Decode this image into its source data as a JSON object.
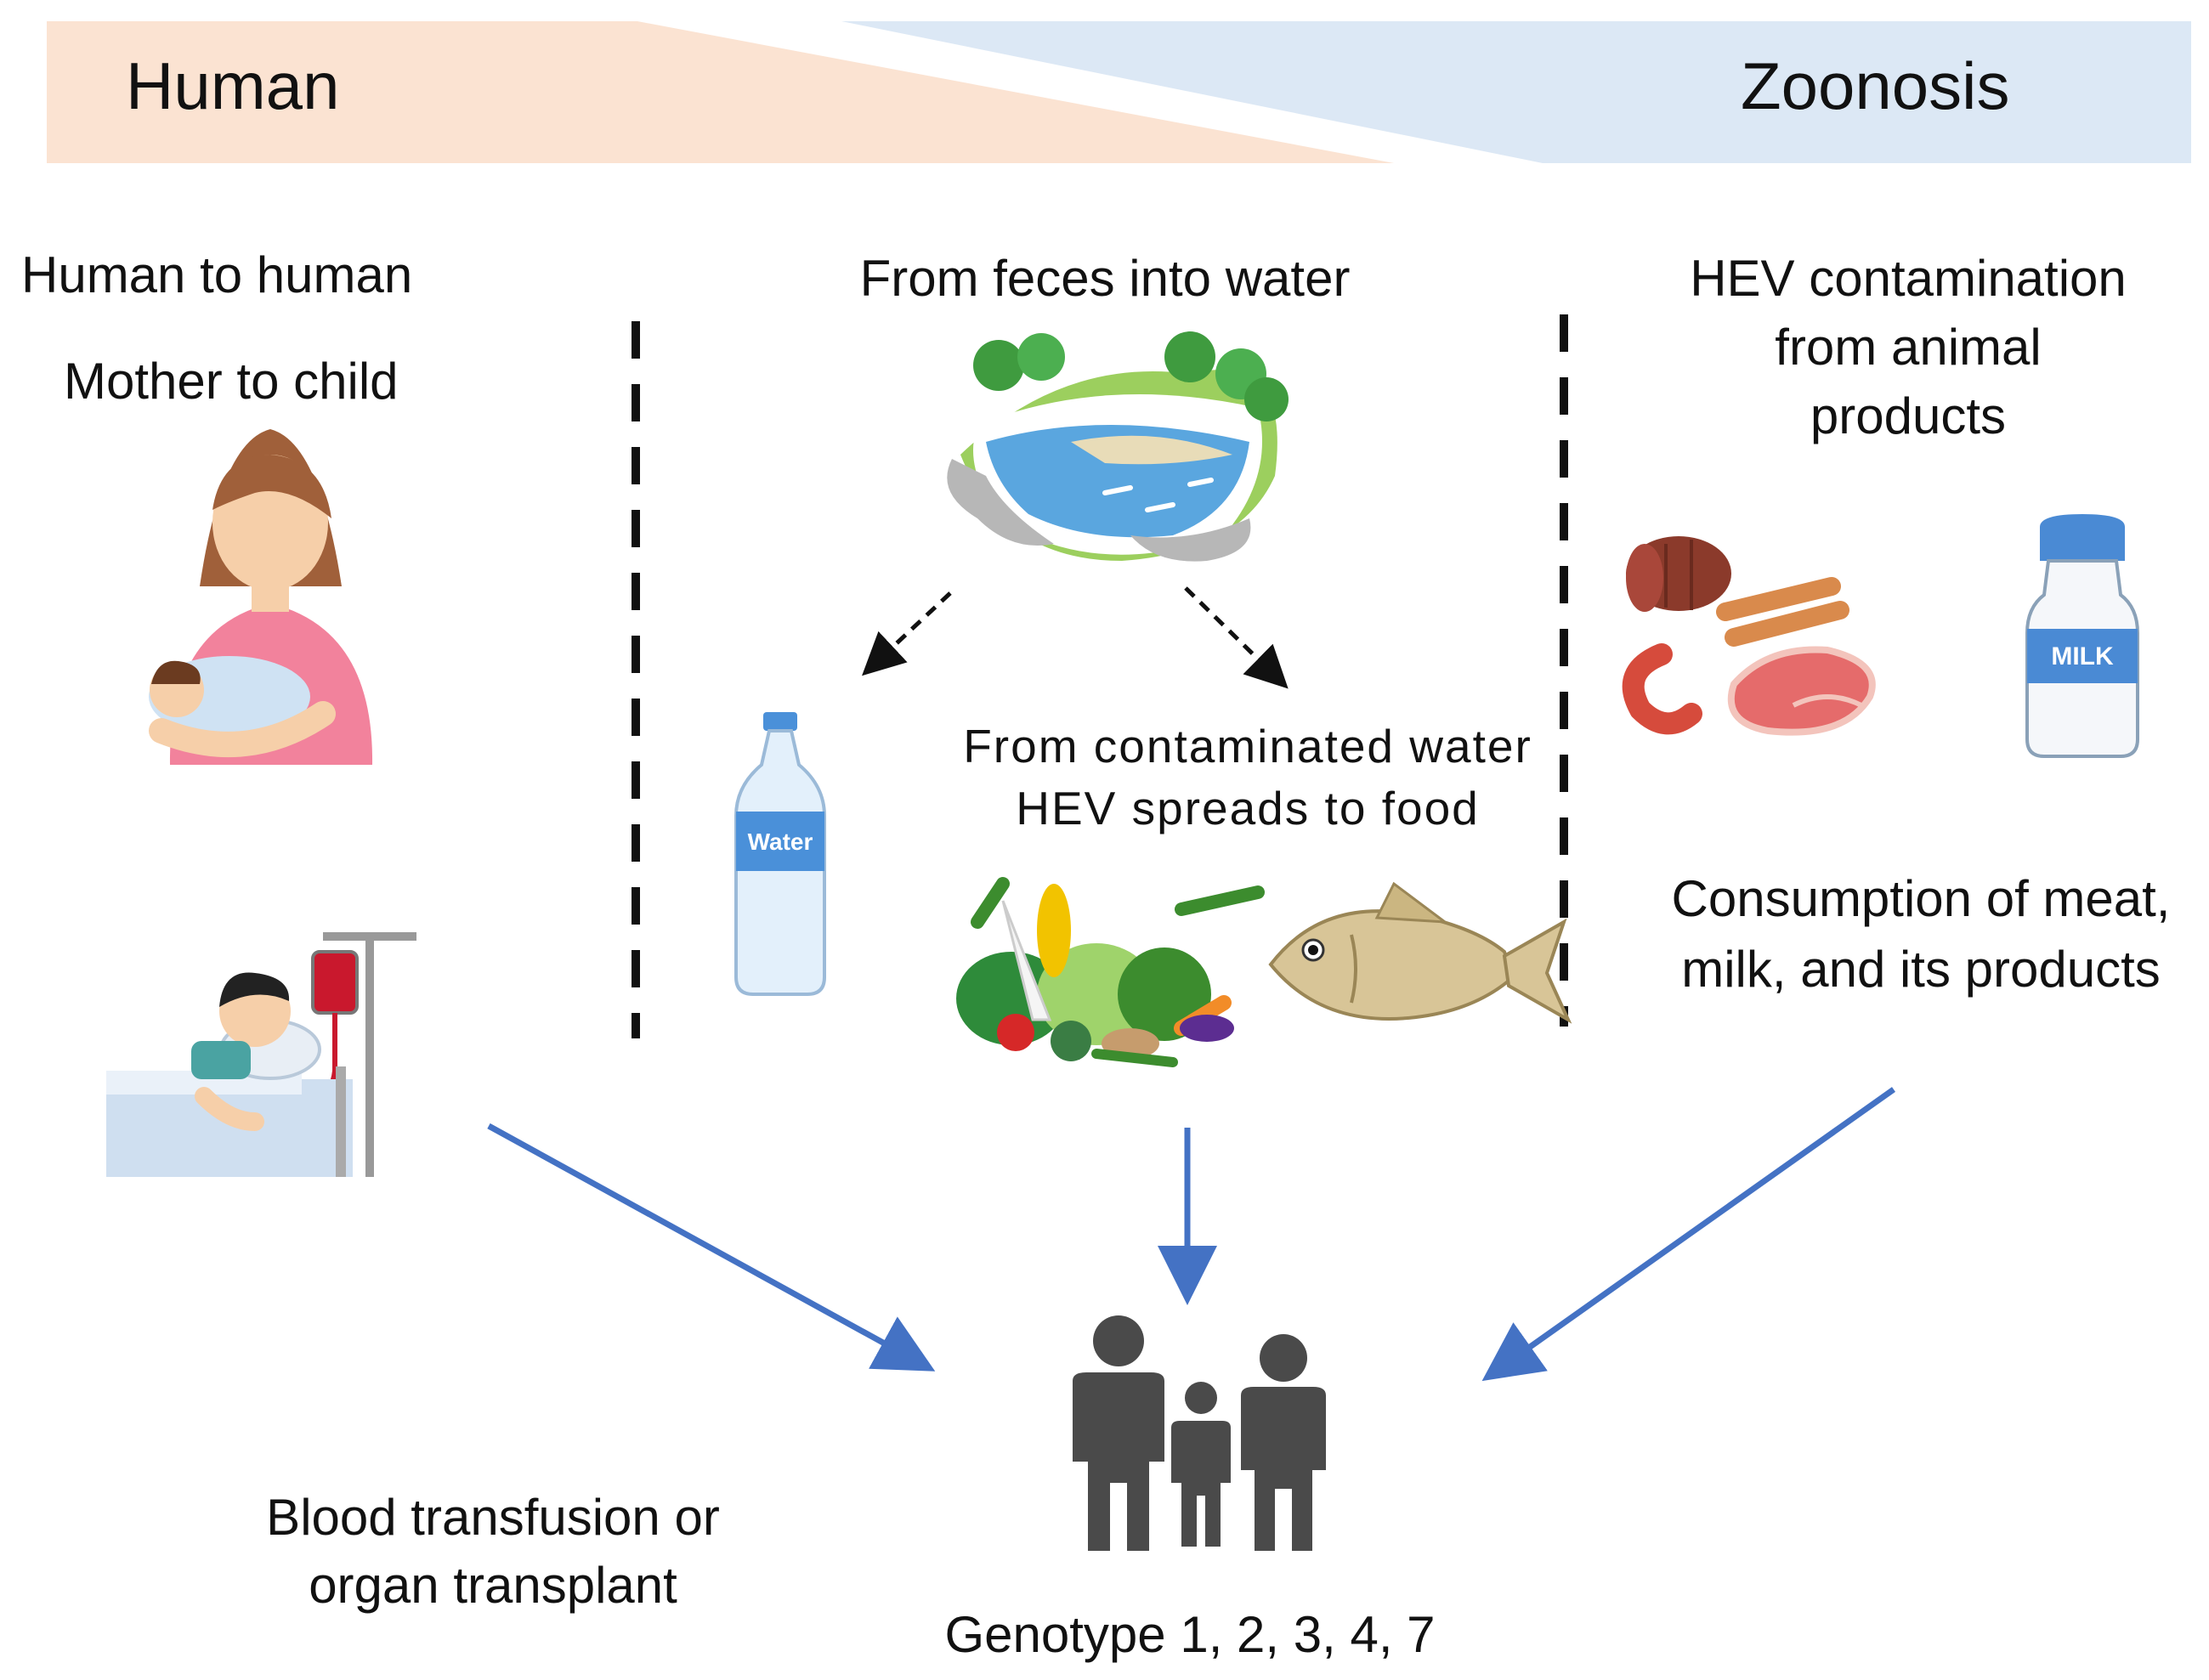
{
  "banner": {
    "human_label": "Human",
    "zoonosis_label": "Zoonosis",
    "human_color": "#fbe3d2",
    "zoonosis_color": "#dce8f5"
  },
  "left_column": {
    "route_1": "Human to human",
    "route_2": "Mother to child",
    "route_3_line1": "Blood transfusion or",
    "route_3_line2": "organ transplant",
    "iv_bag_label": ""
  },
  "middle_column": {
    "heading": "From feces into water",
    "bottle_label": "Water",
    "food_line1": "From contaminated water",
    "food_line2": "HEV spreads to food"
  },
  "right_column": {
    "heading_line1": "HEV contamination",
    "heading_line2": "from animal",
    "heading_line3": "products",
    "milk_label": "MILK",
    "consumption_line1": "Consumption of meat,",
    "consumption_line2": "milk, and its products"
  },
  "outcome": {
    "genotypes": "Genotype 1, 2, 3, 4, 7"
  },
  "colors": {
    "arrow": "#4472c4",
    "people": "#4a4a4a",
    "divider": "#111111"
  }
}
